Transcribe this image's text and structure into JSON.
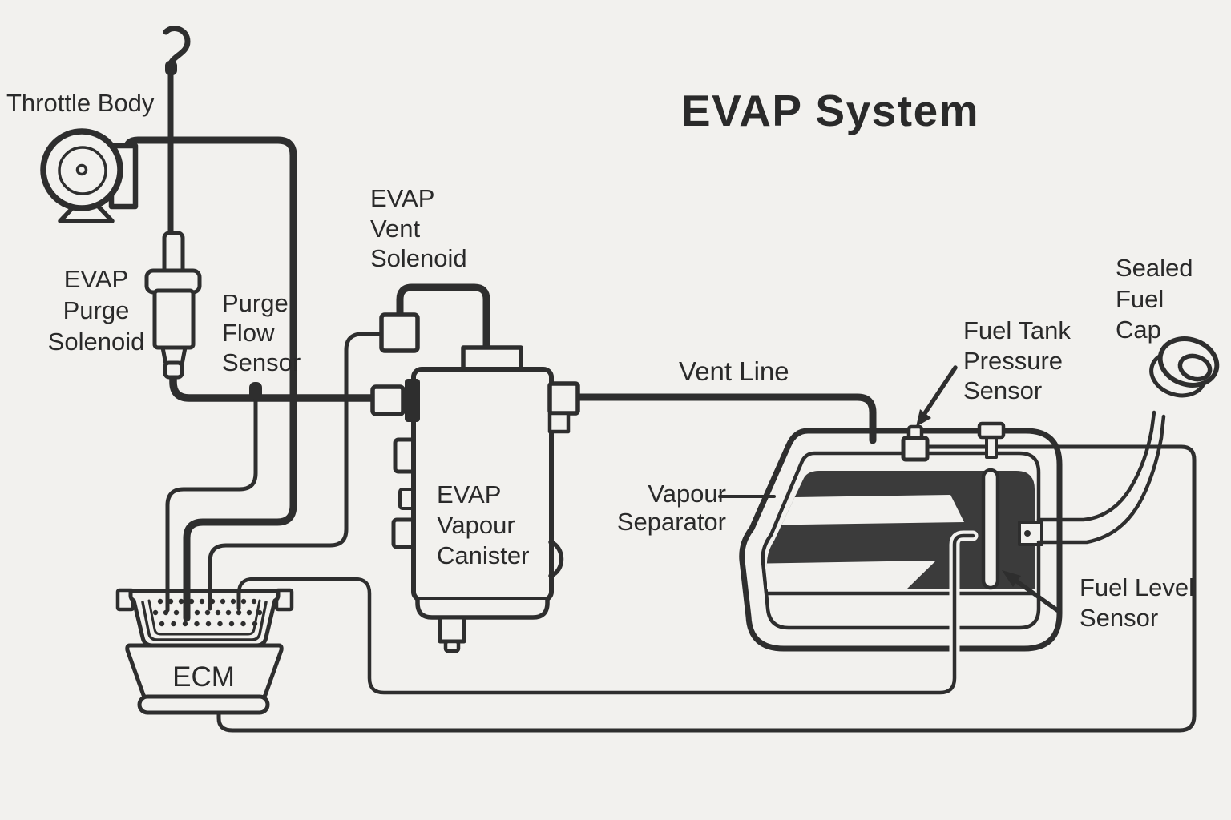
{
  "title": "EVAP System",
  "colors": {
    "line": "#2e2e2e",
    "text": "#2a2a2a",
    "tank_fill": "#3b3b3b",
    "background": "#f2f1ee"
  },
  "labels": {
    "throttle_body": [
      "Throttle Body"
    ],
    "purge_solenoid": [
      "EVAP",
      "Purge",
      "Solenoid"
    ],
    "purge_flow_sensor": [
      "Purge",
      "Flow",
      "Sensor"
    ],
    "vent_solenoid": [
      "EVAP",
      "Vent",
      "Solenoid"
    ],
    "vapour_canister": [
      "EVAP",
      "Vapour",
      "Canister"
    ],
    "vent_line": [
      "Vent Line"
    ],
    "vapour_separator": [
      "Vapour",
      "Separator"
    ],
    "fuel_tank_pressure_sensor": [
      "Fuel Tank",
      "Pressure",
      "Sensor"
    ],
    "sealed_fuel_cap": [
      "Sealed",
      "Fuel",
      "Cap"
    ],
    "fuel_level_sensor": [
      "Fuel Level",
      "Sensor"
    ],
    "ecm": [
      "ECM"
    ]
  }
}
